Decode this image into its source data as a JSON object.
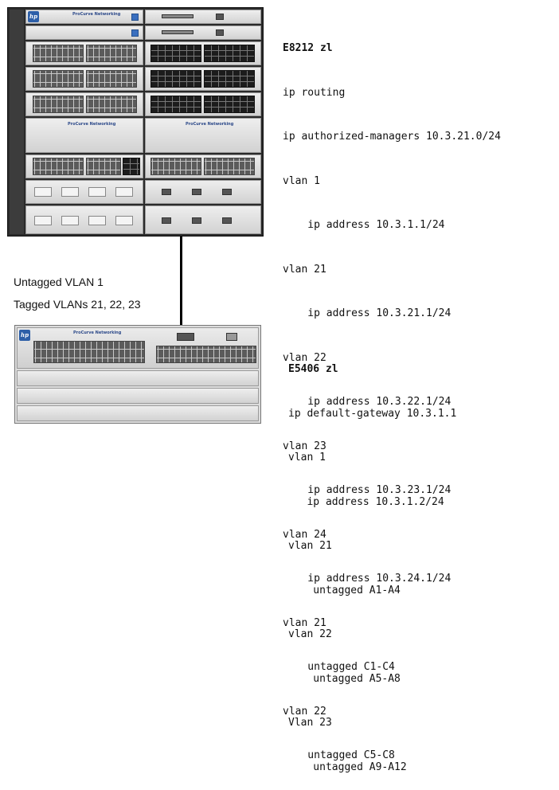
{
  "e8212": {
    "brand": "ProCurve Networking",
    "config_title": "E8212 zl",
    "config_lines": [
      "ip routing",
      "ip authorized-managers 10.3.21.0/24",
      "vlan 1",
      "    ip address 10.3.1.1/24",
      "vlan 21",
      "    ip address 10.3.21.1/24",
      "vlan 22",
      "    ip address 10.3.22.1/24",
      "vlan 23",
      "    ip address 10.3.23.1/24",
      "vlan 24",
      "    ip address 10.3.24.1/24",
      "vlan 21",
      "    untagged C1-C4",
      "vlan 22",
      "    untagged C5-C8"
    ]
  },
  "e5406": {
    "brand": "ProCurve Networking",
    "config_title": "E5406 zl",
    "config_lines": [
      "ip default-gateway 10.3.1.1",
      "vlan 1",
      "   ip address 10.3.1.2/24",
      "vlan 21",
      "    untagged A1-A4",
      "vlan 22",
      "    untagged A5-A8",
      "Vlan 23",
      "    untagged A9-A12"
    ]
  },
  "link": {
    "untagged_label": "Untagged VLAN 1",
    "tagged_label": "Tagged VLANs 21, 22, 23"
  },
  "colors": {
    "accent_blue": "#3a6fbf",
    "chassis_dark": "#2a2a2a"
  }
}
